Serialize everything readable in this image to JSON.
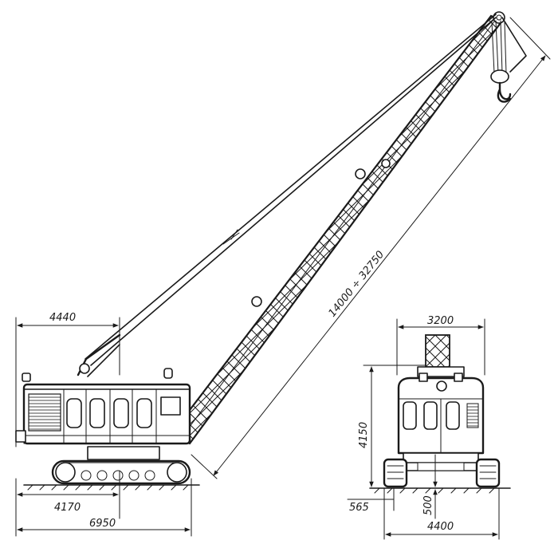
{
  "dimensions": {
    "cab_to_pivot": "4440",
    "track_length": "4170",
    "overall_length": "6950",
    "boom_length": "14000 ÷ 32750",
    "cab_width": "3200",
    "height": "4150",
    "ground_clearance_left": "565",
    "ground_clearance": "500",
    "track_gauge_width": "4400"
  }
}
